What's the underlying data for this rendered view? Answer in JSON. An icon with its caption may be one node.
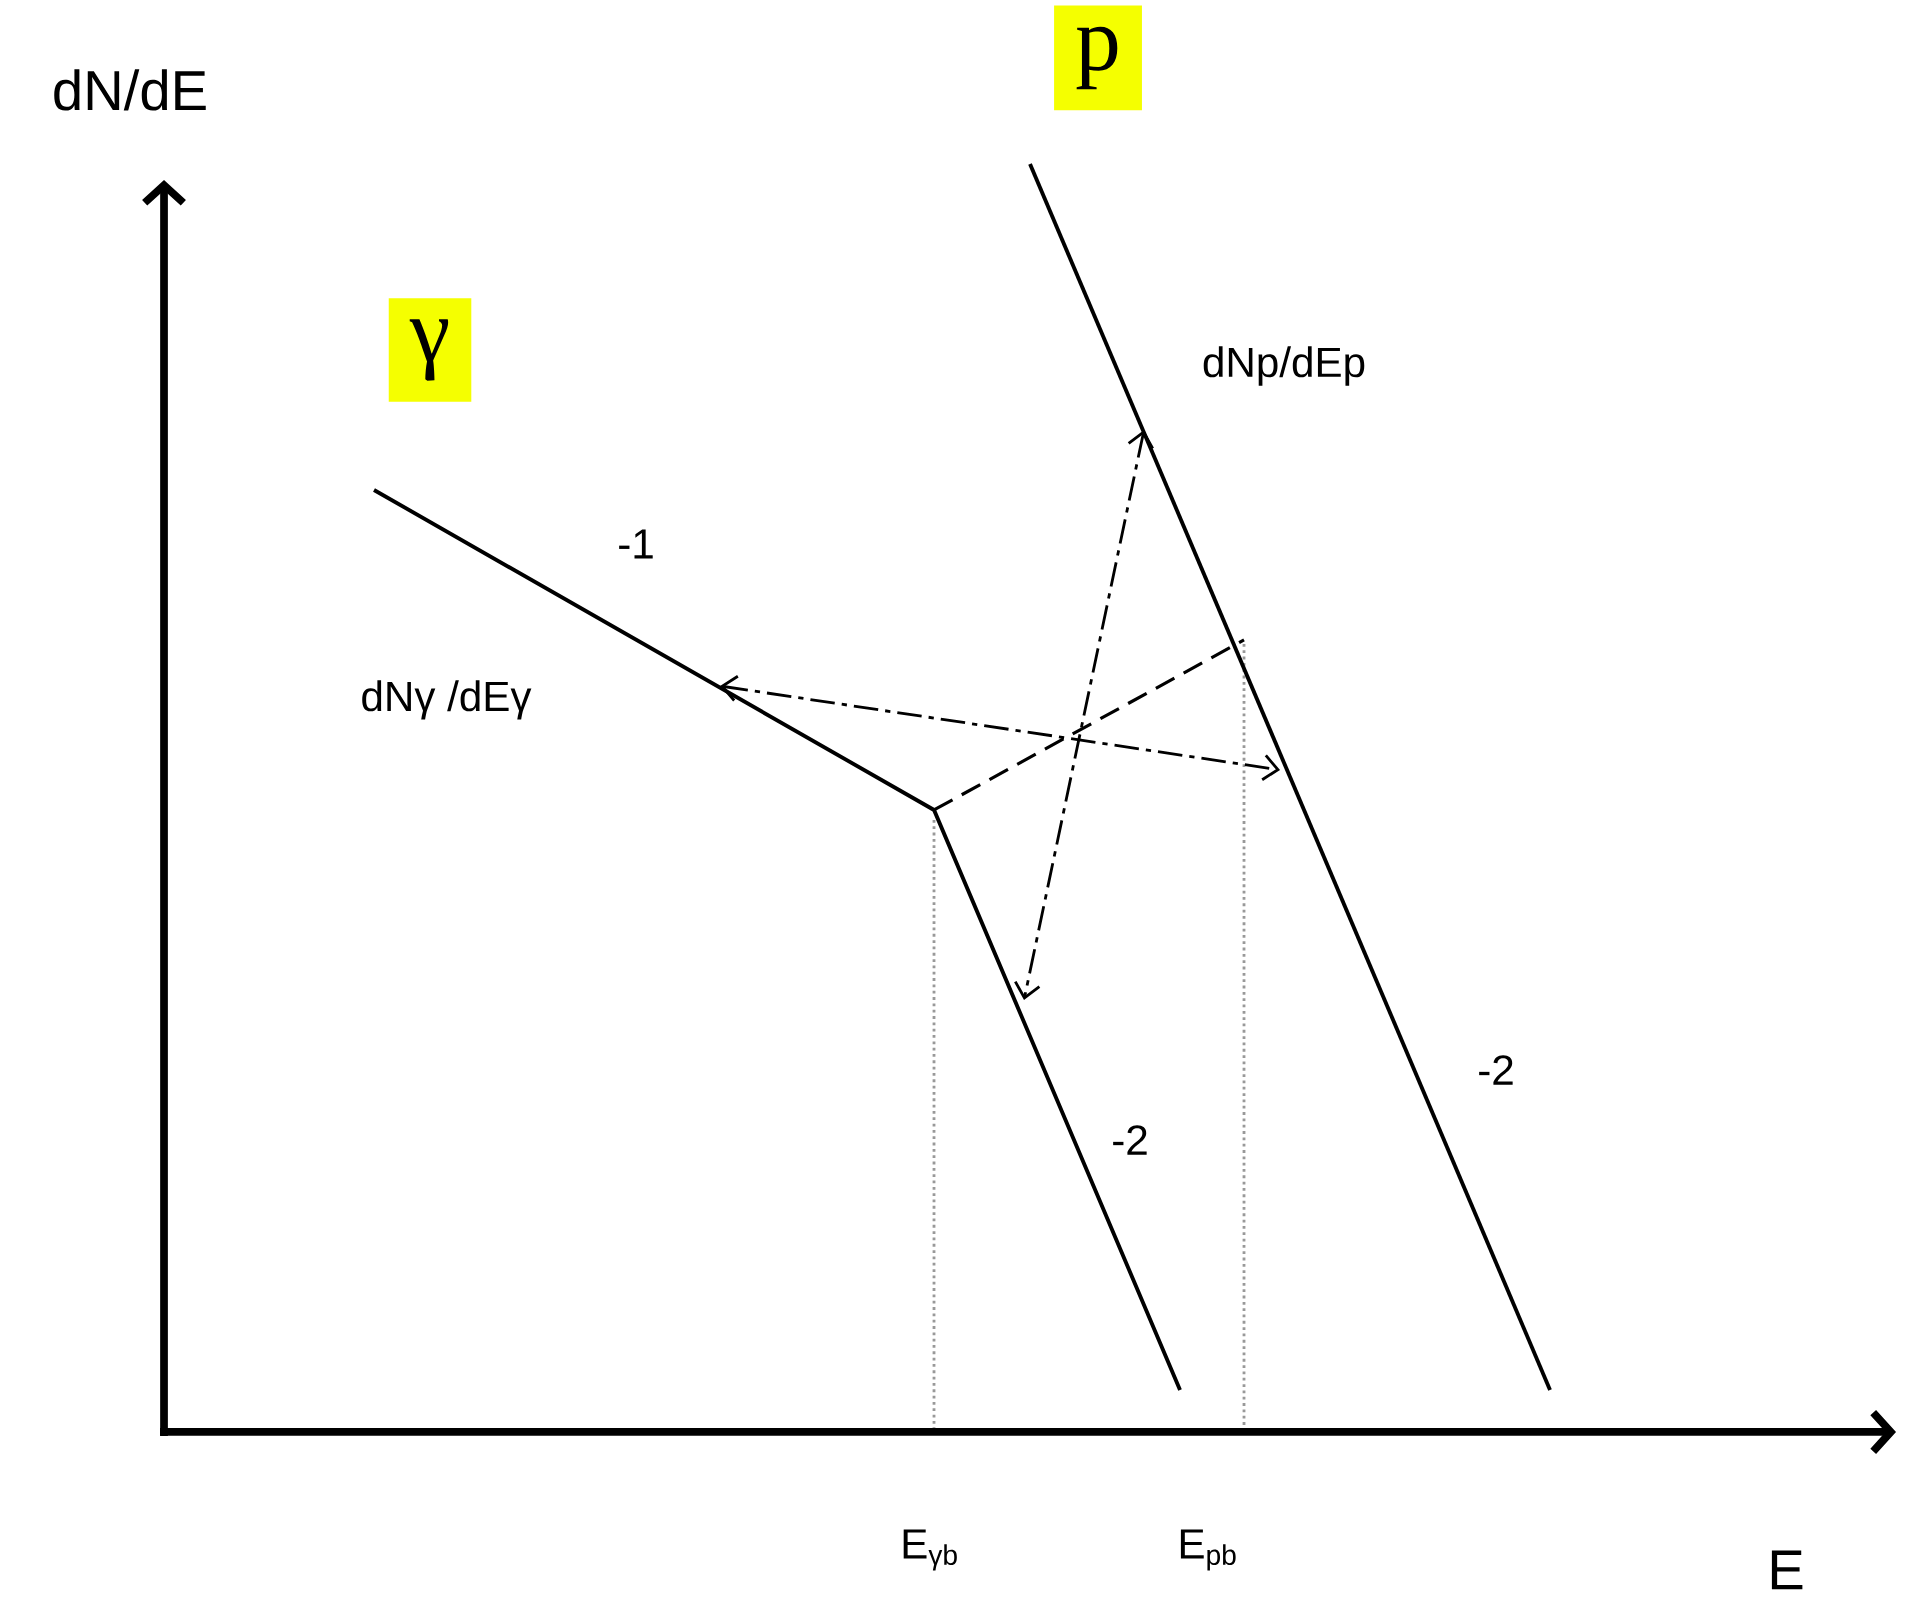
{
  "diagram": {
    "nodes": [
      {
        "text": [
          "p"
        ]
      },
      {
        "text": [
          "γ"
        ]
      }
    ],
    "labels": [
      "dN/dE",
      "dNp/dEp",
      "-1",
      "dNγ /dEγ",
      "-2",
      "-2",
      "E$_{γb}$",
      "E$_{pb}$",
      "E"
    ]
  }
}
